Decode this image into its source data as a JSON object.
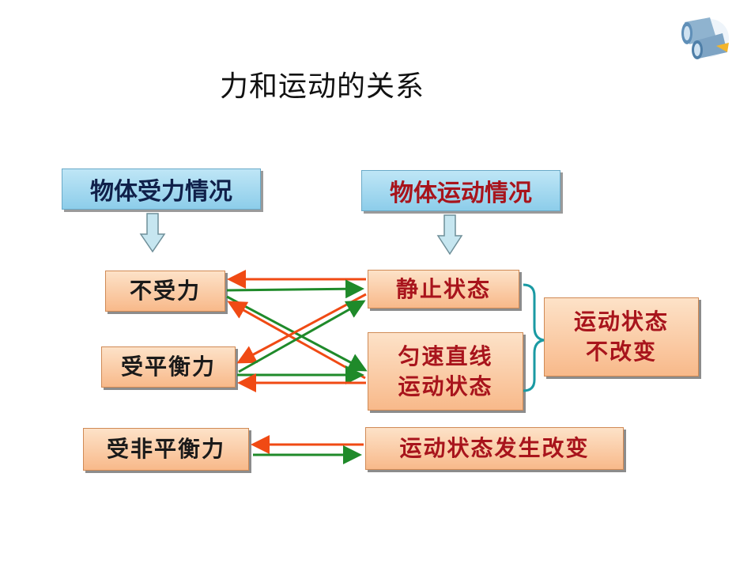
{
  "title": "力和运动的关系",
  "headers": {
    "force": "物体受力情况",
    "motion": "物体运动情况"
  },
  "force_states": {
    "none": "不受力",
    "balanced": "受平衡力",
    "unbalanced": "受非平衡力"
  },
  "motion_states": {
    "rest": "静止状态",
    "uniform_line1": "匀速直线",
    "uniform_line2": "运动状态",
    "changed": "运动状态发生改变"
  },
  "conclusion": {
    "line1": "运动状态",
    "line2": "不改变"
  },
  "colors": {
    "arrow_red": "#f04a14",
    "arrow_green": "#1f8a2a",
    "bracket": "#1a9aa3",
    "header_text_left": "#10204a",
    "header_text_right": "#a8141c"
  },
  "icons": [
    "binoculars-icon"
  ]
}
